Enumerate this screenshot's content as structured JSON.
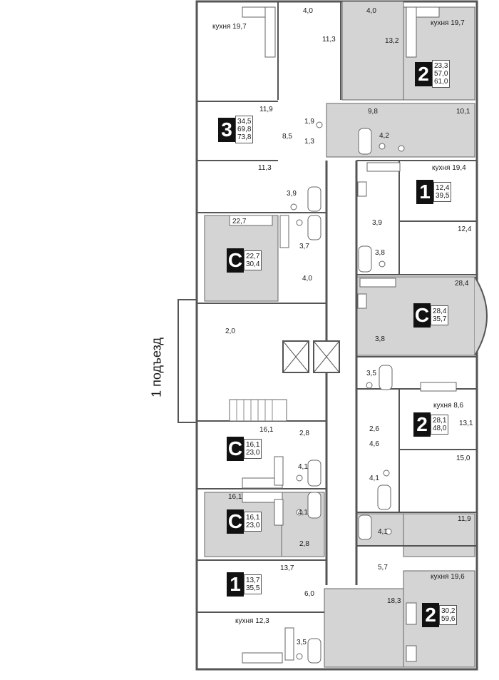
{
  "entrance_label": "1 подъезд",
  "colors": {
    "wall": "#555555",
    "room_white": "#ffffff",
    "room_gray": "#d3d3d3",
    "badge": "#111111"
  },
  "room_labels": [
    {
      "text": "кухня 19,7"
    },
    {
      "text": "4,0"
    },
    {
      "text": "4,0"
    },
    {
      "text": "кухня 19,7"
    },
    {
      "text": "11,3"
    },
    {
      "text": "13,2"
    },
    {
      "text": "11,9"
    },
    {
      "text": "1,9"
    },
    {
      "text": "9,8"
    },
    {
      "text": "10,1"
    },
    {
      "text": "8,5"
    },
    {
      "text": "4,2"
    },
    {
      "text": "1,3"
    },
    {
      "text": "11,3"
    },
    {
      "text": "кухня 19,4"
    },
    {
      "text": "3,9"
    },
    {
      "text": "22,7"
    },
    {
      "text": "3,9"
    },
    {
      "text": "12,4"
    },
    {
      "text": "3,7"
    },
    {
      "text": "3,8"
    },
    {
      "text": "4,0"
    },
    {
      "text": "28,4"
    },
    {
      "text": "2,0"
    },
    {
      "text": "3,8"
    },
    {
      "text": "3,5"
    },
    {
      "text": "кухня 8,6"
    },
    {
      "text": "13,1"
    },
    {
      "text": "2,6"
    },
    {
      "text": "16,1"
    },
    {
      "text": "2,8"
    },
    {
      "text": "4,6"
    },
    {
      "text": "15,0"
    },
    {
      "text": "4,1"
    },
    {
      "text": "4,1"
    },
    {
      "text": "16,1"
    },
    {
      "text": "4,1"
    },
    {
      "text": "4,1"
    },
    {
      "text": "11,9"
    },
    {
      "text": "2,8"
    },
    {
      "text": "5,7"
    },
    {
      "text": "13,7"
    },
    {
      "text": "кухня 19,6"
    },
    {
      "text": "6,0"
    },
    {
      "text": "18,3"
    },
    {
      "text": "кухня 12,3"
    },
    {
      "text": "3,5"
    }
  ],
  "apartments": [
    {
      "rooms": "2",
      "areas": [
        "23,3",
        "57,0",
        "61,0"
      ]
    },
    {
      "rooms": "3",
      "areas": [
        "34,5",
        "69,8",
        "73,8"
      ]
    },
    {
      "rooms": "1",
      "areas": [
        "12,4",
        "39,5"
      ]
    },
    {
      "rooms": "С",
      "areas": [
        "22,7",
        "30,4"
      ]
    },
    {
      "rooms": "С",
      "areas": [
        "28,4",
        "35,7"
      ]
    },
    {
      "rooms": "2",
      "areas": [
        "28,1",
        "48,0"
      ]
    },
    {
      "rooms": "С",
      "areas": [
        "16,1",
        "23,0"
      ]
    },
    {
      "rooms": "С",
      "areas": [
        "16,1",
        "23,0"
      ]
    },
    {
      "rooms": "1",
      "areas": [
        "13,7",
        "35,5"
      ]
    },
    {
      "rooms": "2",
      "areas": [
        "30,2",
        "59,6"
      ]
    }
  ]
}
